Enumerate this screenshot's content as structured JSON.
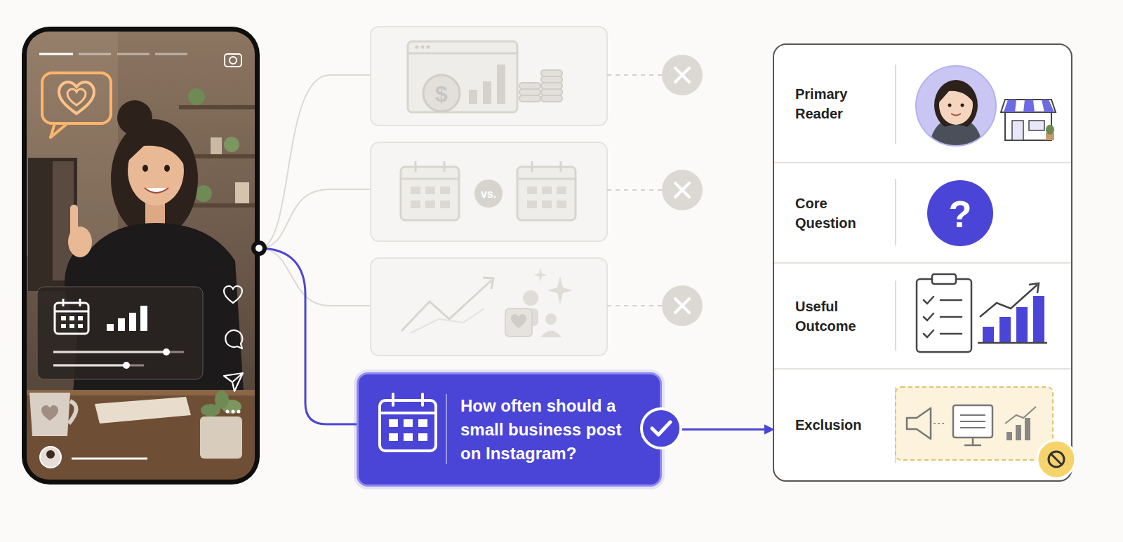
{
  "diagram": {
    "nodes": [
      {
        "text": [
          "How often should a small business post on Instagram?"
        ]
      },
      {
        "text": [
          "Primary Reader"
        ]
      },
      {
        "text": [
          "Core Question"
        ]
      },
      {
        "text": [
          "Useful Outcome"
        ]
      },
      {
        "text": [
          "Exclusion"
        ]
      }
    ],
    "edges": [
      {
        "from": 0,
        "to": 4,
        "arrow": "to"
      }
    ],
    "labels": [
      "$",
      "vs.",
      "?"
    ]
  }
}
